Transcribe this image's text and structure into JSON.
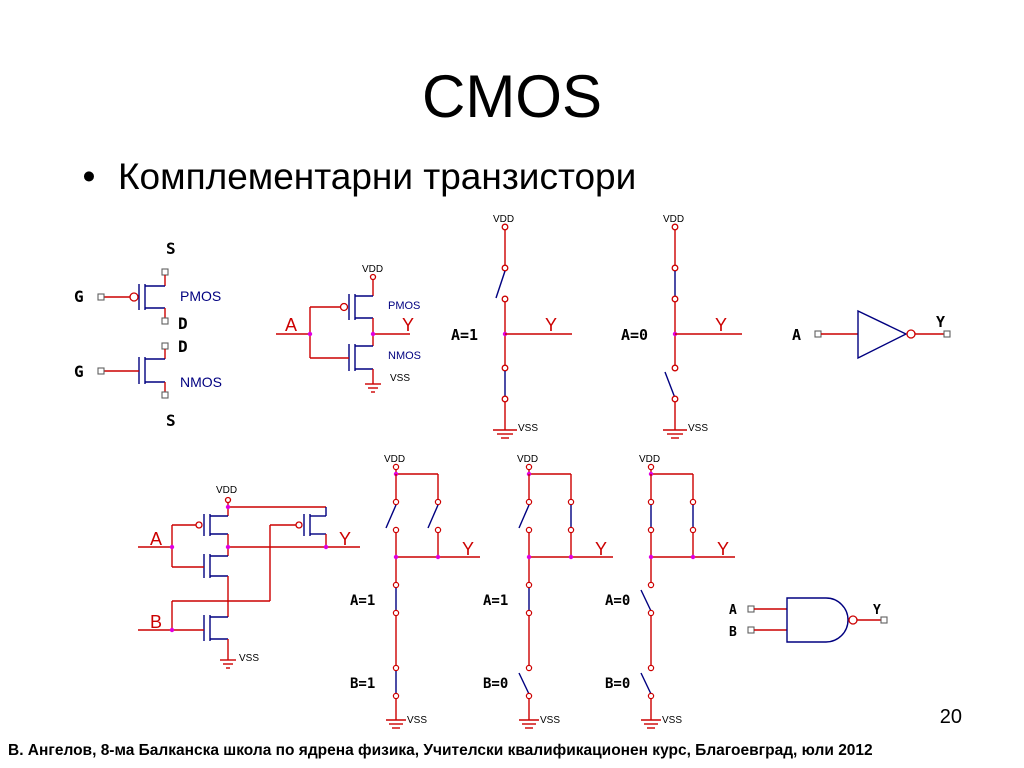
{
  "title": "CMOS",
  "bullet": "Комплементарни транзистори",
  "page_number": "20",
  "footer": "В. Ангелов, 8-ма Балканска школа по ядрена физика, Учителски квалификационен курс, Благоевград, юли 2012",
  "fig_devices": {
    "pmos_s": "S",
    "pmos_g": "G",
    "pmos_d": "D",
    "pmos_label": "PMOS",
    "nmos_d": "D",
    "nmos_g": "G",
    "nmos_s": "S",
    "nmos_label": "NMOS"
  },
  "fig_inverter": {
    "vdd": "VDD",
    "vss": "VSS",
    "input": "A",
    "output": "Y",
    "pmos": "PMOS",
    "nmos": "NMOS"
  },
  "fig_inv_a1": {
    "vdd": "VDD",
    "vss": "VSS",
    "input": "A=1",
    "output": "Y"
  },
  "fig_inv_a0": {
    "vdd": "VDD",
    "vss": "VSS",
    "input": "A=0",
    "output": "Y"
  },
  "fig_not_symbol": {
    "input": "A",
    "output": "Y"
  },
  "fig_nand": {
    "vdd": "VDD",
    "vss": "VSS",
    "input_a": "A",
    "input_b": "B",
    "output": "Y"
  },
  "fig_nand_11": {
    "vdd": "VDD",
    "vss": "VSS",
    "a": "A=1",
    "b": "B=1",
    "output": "Y"
  },
  "fig_nand_10": {
    "vdd": "VDD",
    "vss": "VSS",
    "a": "A=1",
    "b": "B=0",
    "output": "Y"
  },
  "fig_nand_00": {
    "vdd": "VDD",
    "vss": "VSS",
    "a": "A=0",
    "b": "B=0",
    "output": "Y"
  },
  "fig_nand_symbol": {
    "input_a": "A",
    "input_b": "B",
    "output": "Y"
  }
}
